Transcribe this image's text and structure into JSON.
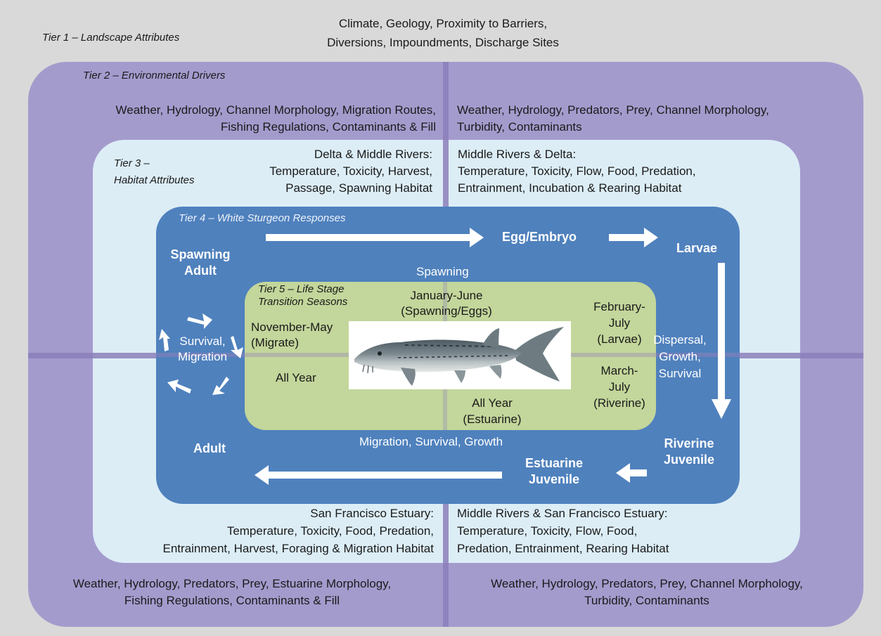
{
  "tier1": {
    "label": "Tier 1 – Landscape Attributes",
    "attributes": [
      "Climate, Geology, Proximity to Barriers,",
      "Diversions, Impoundments, Discharge Sites"
    ]
  },
  "tier2": {
    "label": "Tier 2 – Environmental Drivers",
    "top_left": [
      "Weather, Hydrology, Channel Morphology, Migration Routes,",
      "Fishing Regulations, Contaminants & Fill"
    ],
    "top_right": [
      "Weather, Hydrology, Predators, Prey, Channel Morphology,",
      "Turbidity, Contaminants"
    ],
    "bottom_left": [
      "Weather, Hydrology, Predators, Prey, Estuarine Morphology,",
      "Fishing Regulations, Contaminants & Fill"
    ],
    "bottom_right": [
      "Weather, Hydrology, Predators, Prey, Channel Morphology,",
      "Turbidity, Contaminants"
    ]
  },
  "tier3": {
    "label": [
      "Tier 3 –",
      "Habitat Attributes"
    ],
    "top_left": [
      "Delta & Middle Rivers:",
      "Temperature, Toxicity, Harvest,",
      "Passage, Spawning Habitat"
    ],
    "top_right": [
      "Middle Rivers & Delta:",
      "Temperature, Toxicity, Flow, Food, Predation,",
      "Entrainment, Incubation & Rearing Habitat"
    ],
    "bottom_left": [
      "San Francisco Estuary:",
      "Temperature, Toxicity, Food, Predation,",
      "Entrainment, Harvest, Foraging & Migration Habitat"
    ],
    "bottom_right": [
      "Middle Rivers & San Francisco Estuary:",
      "Temperature, Toxicity, Flow, Food,",
      "Predation, Entrainment, Rearing Habitat"
    ]
  },
  "tier4": {
    "label": "Tier 4 – White Sturgeon Responses",
    "stages": {
      "spawning_adult": [
        "Spawning",
        "Adult"
      ],
      "egg_embryo": "Egg/Embryo",
      "larvae": "Larvae",
      "riverine_juvenile": [
        "Riverine",
        "Juvenile"
      ],
      "estuarine_juvenile": [
        "Estuarine",
        "Juvenile"
      ],
      "adult": "Adult"
    },
    "processes": {
      "spawning": "Spawning",
      "dispersal": [
        "Dispersal,",
        "Growth,",
        "Survival"
      ],
      "migration_survival_growth": "Migration, Survival, Growth",
      "survival_migration": [
        "Survival,",
        "Migration"
      ]
    }
  },
  "tier5": {
    "label": [
      "Tier 5 – Life Stage",
      "Transition Seasons"
    ],
    "spawning_eggs": [
      "January-June",
      "(Spawning/Eggs)"
    ],
    "larvae": [
      "February-",
      "July",
      "(Larvae)"
    ],
    "riverine": [
      "March-",
      "July",
      "(Riverine)"
    ],
    "estuarine": [
      "All Year",
      "(Estuarine)"
    ],
    "all_year": "All Year",
    "migrate": [
      "November-May",
      "(Migrate)"
    ]
  },
  "colors": {
    "tier1_bg": "#d9d9d9",
    "tier2_bg": "#a49bcd",
    "tier3_bg": "#dcedf6",
    "tier4_bg": "#4f81bd",
    "tier5_bg": "#c3d69b",
    "divider": "#8c7fba"
  },
  "icons": [
    "white-sturgeon-image",
    "arrow-right-icon",
    "arrow-down-icon",
    "arrow-left-icon",
    "cycle-arrows-icon"
  ]
}
